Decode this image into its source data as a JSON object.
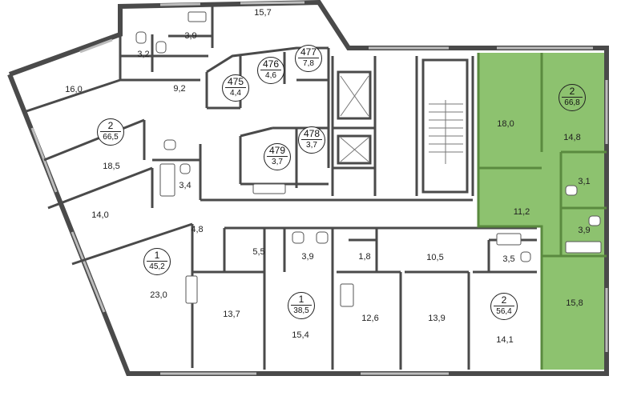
{
  "colors": {
    "wall": "#4a4a4a",
    "highlight": "#8dc26f",
    "highlight_wall": "#6ea24f"
  },
  "rooms": [
    {
      "id": "r1",
      "label": "15,7"
    },
    {
      "id": "r2",
      "label": "3,9"
    },
    {
      "id": "r3",
      "label": "3,2"
    },
    {
      "id": "r4",
      "label": "16,0"
    },
    {
      "id": "r5",
      "label": "9,2"
    },
    {
      "id": "r6",
      "label": "18,5"
    },
    {
      "id": "r7",
      "label": "3,4"
    },
    {
      "id": "r8",
      "label": "14,0"
    },
    {
      "id": "r9",
      "label": "4,8"
    },
    {
      "id": "r10",
      "label": "23,0"
    },
    {
      "id": "r11",
      "label": "5,5"
    },
    {
      "id": "r12",
      "label": "3,9"
    },
    {
      "id": "r13",
      "label": "1,8"
    },
    {
      "id": "r14",
      "label": "10,5"
    },
    {
      "id": "r15",
      "label": "3,5"
    },
    {
      "id": "r16",
      "label": "13,7"
    },
    {
      "id": "r17",
      "label": "15,4"
    },
    {
      "id": "r18",
      "label": "12,6"
    },
    {
      "id": "r19",
      "label": "13,9"
    },
    {
      "id": "r20",
      "label": "14,1"
    },
    {
      "id": "r21",
      "label": "18,0"
    },
    {
      "id": "r22",
      "label": "14,8"
    },
    {
      "id": "r23",
      "label": "3,1"
    },
    {
      "id": "r24",
      "label": "11,2"
    },
    {
      "id": "r25",
      "label": "3,9"
    },
    {
      "id": "r26",
      "label": "15,8"
    }
  ],
  "badges": [
    {
      "id": "b1",
      "num": "2",
      "area": "66,5"
    },
    {
      "id": "b2",
      "num": "1",
      "area": "45,2"
    },
    {
      "id": "b3",
      "num": "1",
      "area": "38,5"
    },
    {
      "id": "b4",
      "num": "2",
      "area": "56,4"
    },
    {
      "id": "b5",
      "num": "2",
      "area": "66,8"
    },
    {
      "id": "b6",
      "num": "475",
      "area": "4,4"
    },
    {
      "id": "b7",
      "num": "476",
      "area": "4,6"
    },
    {
      "id": "b8",
      "num": "477",
      "area": "7,8"
    },
    {
      "id": "b9",
      "num": "478",
      "area": "3,7"
    },
    {
      "id": "b10",
      "num": "479",
      "area": "3,7"
    }
  ]
}
